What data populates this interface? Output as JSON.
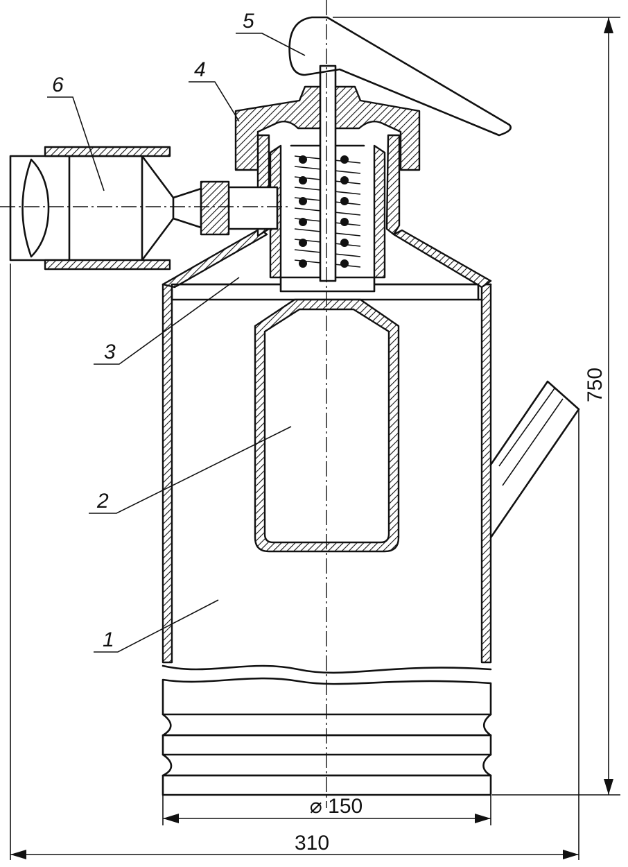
{
  "labels": {
    "part_1": "1",
    "part_2": "2",
    "part_3": "3",
    "part_4": "4",
    "part_5": "5",
    "part_6": "6"
  },
  "dimensions": {
    "height": "750",
    "diameter": "⌀ 150",
    "width": "310"
  },
  "colors": {
    "ink": "#111111",
    "paper": "#ffffff"
  }
}
